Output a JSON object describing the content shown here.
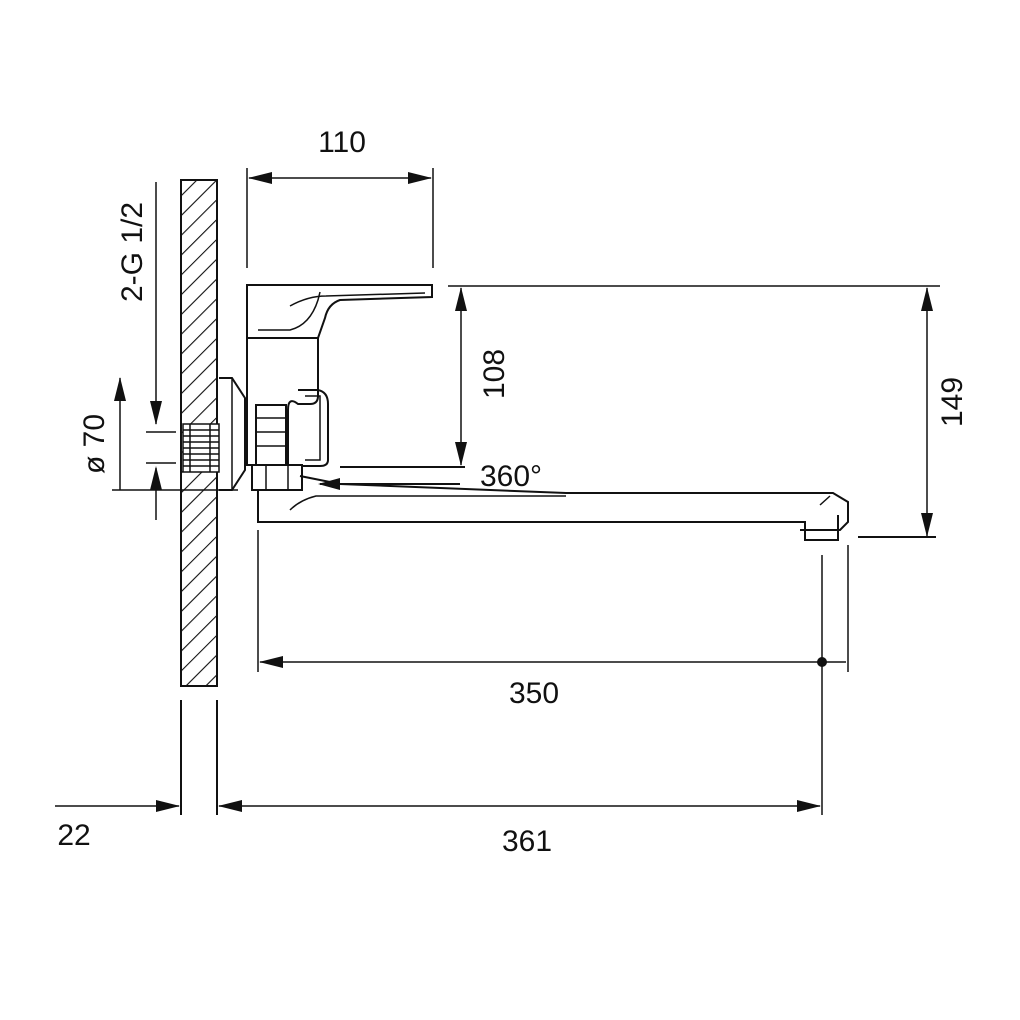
{
  "dimensions": {
    "body_depth": "110",
    "handle_to_outlet_height": "108",
    "total_height": "149",
    "connection_thread": "2-G 1/2",
    "flange_diameter": "ø 70",
    "spout_rotation": "360°",
    "spout_length": "350",
    "wall_to_outlet": "361",
    "wall_thickness": "22"
  },
  "colors": {
    "line": "#111111",
    "background": "#ffffff"
  }
}
